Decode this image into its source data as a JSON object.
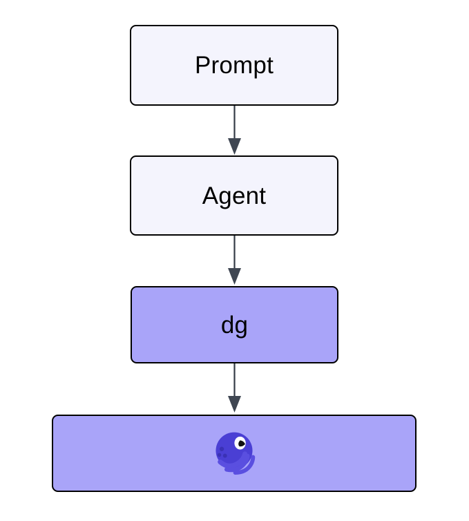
{
  "diagram": {
    "type": "flowchart",
    "direction": "top-to-bottom",
    "background_color": "#ffffff",
    "nodes": [
      {
        "id": "prompt",
        "label": "Prompt",
        "fill": "#f4f4fd",
        "stroke": "#000000",
        "shape": "rounded-rectangle"
      },
      {
        "id": "agent",
        "label": "Agent",
        "fill": "#f4f4fd",
        "stroke": "#000000",
        "shape": "rounded-rectangle"
      },
      {
        "id": "dg",
        "label": "dg",
        "fill": "#a9a4f9",
        "stroke": "#000000",
        "shape": "rounded-rectangle"
      },
      {
        "id": "logo",
        "label": "",
        "icon": "octopus-logo-icon",
        "fill": "#a9a4f9",
        "stroke": "#000000",
        "shape": "rounded-rectangle"
      }
    ],
    "edges": [
      {
        "from": "prompt",
        "to": "agent",
        "arrow": "solid-triangle",
        "color": "#3f4652"
      },
      {
        "from": "agent",
        "to": "dg",
        "arrow": "solid-triangle",
        "color": "#3f4652"
      },
      {
        "from": "dg",
        "to": "logo",
        "arrow": "solid-triangle",
        "color": "#3f4652"
      }
    ],
    "icon_colors": {
      "head": "#4a3fd4",
      "tentacle": "#5a4fe0",
      "eye_white": "#ffffff",
      "pupil": "#111111",
      "sucker": "#3a31b5"
    }
  }
}
